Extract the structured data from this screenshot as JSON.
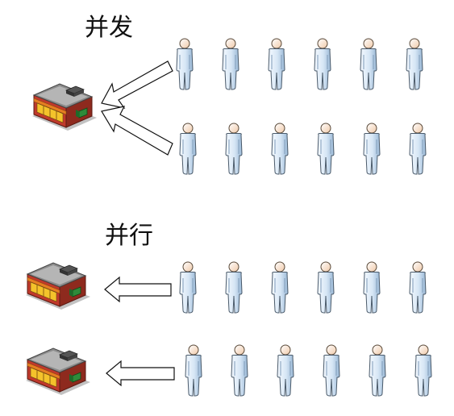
{
  "sections": {
    "concurrency": {
      "title": "并发",
      "people_rows": 2,
      "people_per_row": 6,
      "stores": 1
    },
    "parallel": {
      "title": "并行",
      "people_rows": 2,
      "people_per_row": 6,
      "stores": 2
    }
  },
  "icons": {
    "person": "person-icon",
    "store": "store-building-icon",
    "arrow": "hollow-arrow-left-icon"
  },
  "colors": {
    "person_fill": "#dbe9f6",
    "person_shade": "#9ab8d6",
    "person_outline": "#4a5a6a",
    "store_roof": "#7c7c7c",
    "store_wall": "#c0392b",
    "store_window": "#f4c22b",
    "store_awning": "#e67e22",
    "arrow_stroke": "#111111"
  }
}
